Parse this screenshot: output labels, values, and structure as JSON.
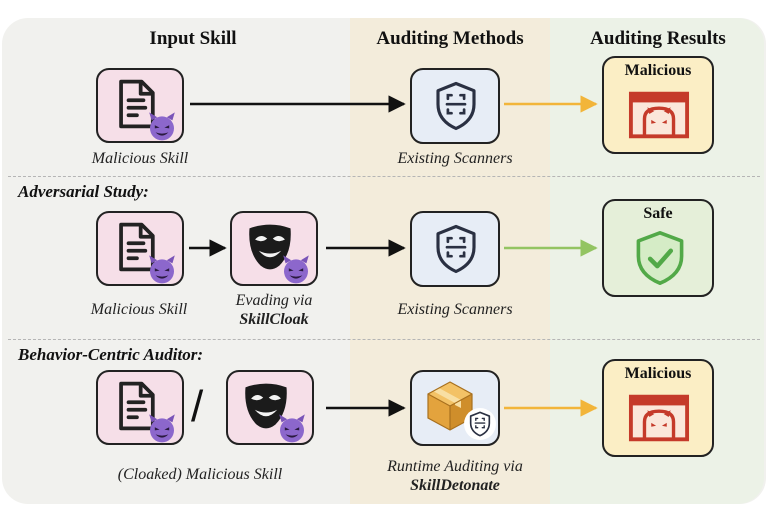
{
  "headers": {
    "input": "Input Skill",
    "methods": "Auditing Methods",
    "results": "Auditing Results"
  },
  "rows": [
    {
      "section": "",
      "input_caption": "Malicious Skill",
      "method_caption": "Existing Scanners",
      "result": "Malicious"
    },
    {
      "section": "Adversarial Study",
      "input_caption": "Malicious Skill",
      "evade_caption_line1": "Evading via",
      "evade_caption_line2": "SkillCloak",
      "method_caption": "Existing Scanners",
      "result": "Safe"
    },
    {
      "section": "Behavior-Centric Auditor",
      "input_caption": "(Cloaked) Malicious Skill",
      "separator": "/",
      "method_caption_line1": "Runtime Auditing via",
      "method_caption_line2": "SkillDetonate",
      "result": "Malicious"
    }
  ],
  "colors": {
    "arrow_black": "#111111",
    "arrow_malicious": "#f2b53a",
    "arrow_safe": "#93c462",
    "malicious_red": "#c53a2a",
    "safe_green": "#52a948",
    "devil_purple": "#8c67cc",
    "box_gold": "#e3a33d"
  },
  "icons": [
    "document-icon",
    "devil-icon",
    "mask-icon",
    "shield-scan-icon",
    "window-devil-icon",
    "shield-check-icon",
    "box-3d-icon"
  ]
}
